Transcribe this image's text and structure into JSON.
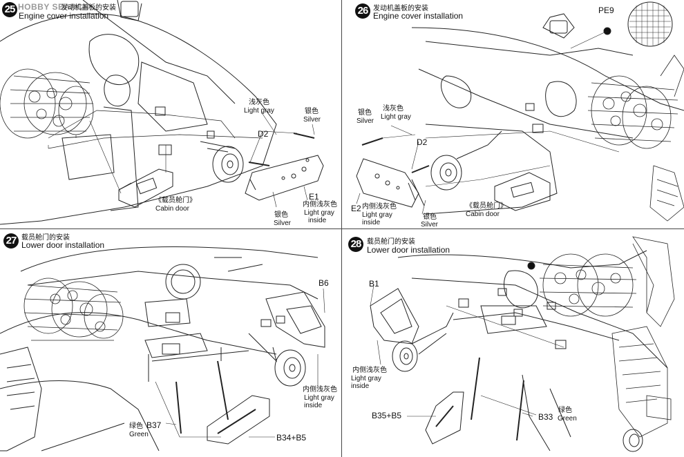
{
  "watermark": "HOBBY SEARCH",
  "steps": [
    {
      "number": "25",
      "title_zh": "发动机盖板的安装",
      "title_en": "Engine cover installation",
      "labels": {
        "light_gray_zh": "浅灰色",
        "light_gray_en": "Light gray",
        "silver_zh_top": "银色",
        "silver_en_top": "Silver",
        "part_d2": "D2",
        "part_e1": "E1",
        "inside_zh": "内侧浅灰色",
        "inside_en_1": "Light gray",
        "inside_en_2": "inside",
        "cabin_door_zh": "《载员舱门》",
        "cabin_door_en": "Cabin door",
        "silver_zh_bottom": "银色",
        "silver_en_bottom": "Silver"
      }
    },
    {
      "number": "26",
      "title_zh": "发动机盖板的安装",
      "title_en": "Engine cover installation",
      "labels": {
        "part_pe9": "PE9",
        "silver_zh_top": "银色",
        "silver_en_top": "Silver",
        "light_gray_zh": "浅灰色",
        "light_gray_en": "Light gray",
        "part_d2": "D2",
        "part_e2": "E2",
        "inside_zh": "内侧浅灰色",
        "inside_en_1": "Light gray",
        "inside_en_2": "inside",
        "silver_zh_bottom": "银色",
        "silver_en_bottom": "Silver",
        "cabin_door_zh": "《载员舱门》",
        "cabin_door_en": "Cabin door"
      }
    },
    {
      "number": "27",
      "title_zh": "载员舱门的安装",
      "title_en": "Lower door installation",
      "labels": {
        "part_b6": "B6",
        "inside_zh": "内侧浅灰色",
        "inside_en_1": "Light gray",
        "inside_en_2": "inside",
        "green_zh": "绿色",
        "part_b37": "B37",
        "green_en": "Green",
        "part_b34_b5": "B34+B5"
      }
    },
    {
      "number": "28",
      "title_zh": "载员舱门的安装",
      "title_en": "Lower door installation",
      "labels": {
        "part_b1": "B1",
        "inside_zh": "内侧浅灰色",
        "inside_en_1": "Light gray",
        "inside_en_2": "inside",
        "part_b35_b5": "B35+B5",
        "part_b33": "B33",
        "green_zh": "绿色",
        "green_en": "Green"
      }
    }
  ]
}
